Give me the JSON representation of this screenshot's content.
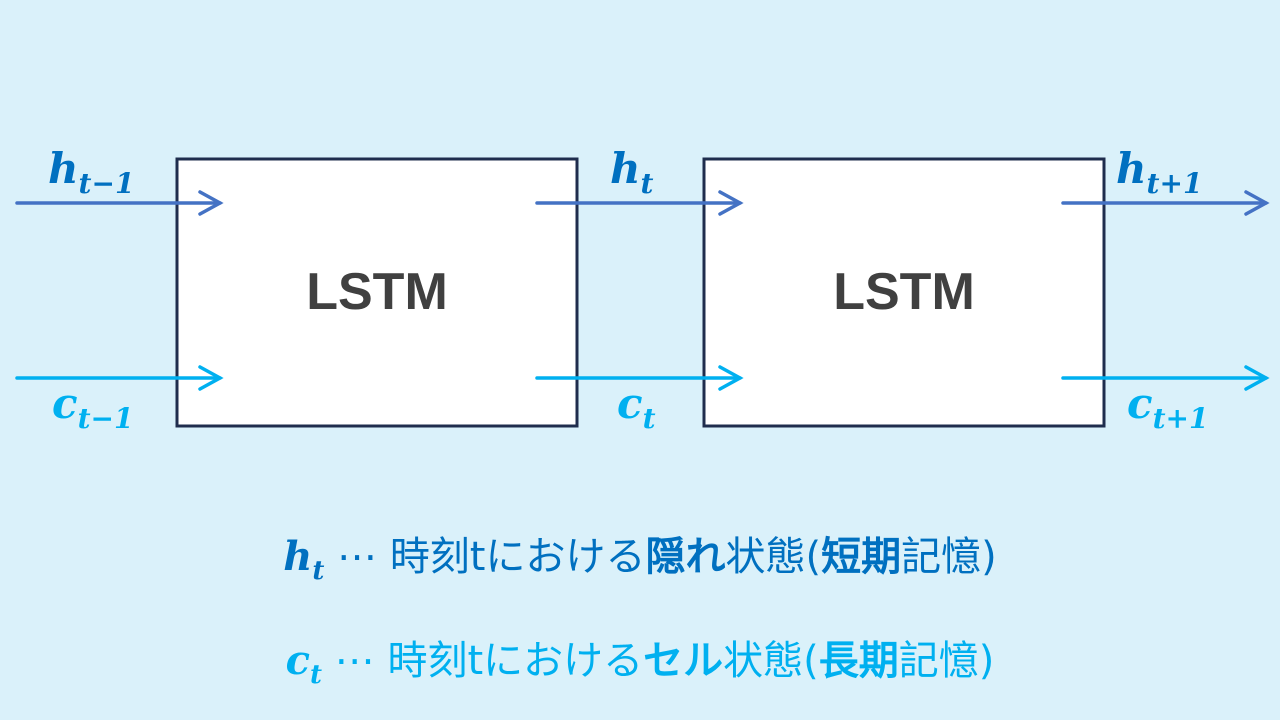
{
  "colors": {
    "background": "#daf1fa",
    "h_arrow": "#4472c4",
    "c_arrow": "#00b0f0",
    "h_text": "#0070c0",
    "c_text": "#00b0f0",
    "box_border": "#1f2d4d"
  },
  "boxes": [
    {
      "label": "LSTM"
    },
    {
      "label": "LSTM"
    }
  ],
  "labels": {
    "h_prev": {
      "base": "h",
      "sub": "t−1"
    },
    "h_cur": {
      "base": "h",
      "sub": "t"
    },
    "h_next": {
      "base": "h",
      "sub": "t+1"
    },
    "c_prev": {
      "base": "c",
      "sub": "t−1"
    },
    "c_cur": {
      "base": "c",
      "sub": "t"
    },
    "c_next": {
      "base": "c",
      "sub": "t+1"
    }
  },
  "legend": [
    {
      "sym": "h",
      "sub": "t",
      "sep": " ⋯ ",
      "prefix": "時刻tにおける",
      "bold": "隠れ",
      "mid": "状態(",
      "bold2": "短期",
      "suffix": "記憶)"
    },
    {
      "sym": "c",
      "sub": "t",
      "sep": " ⋯ ",
      "prefix": "時刻tにおける",
      "bold": "セル",
      "mid": "状態(",
      "bold2": "長期",
      "suffix": "記憶)"
    }
  ]
}
